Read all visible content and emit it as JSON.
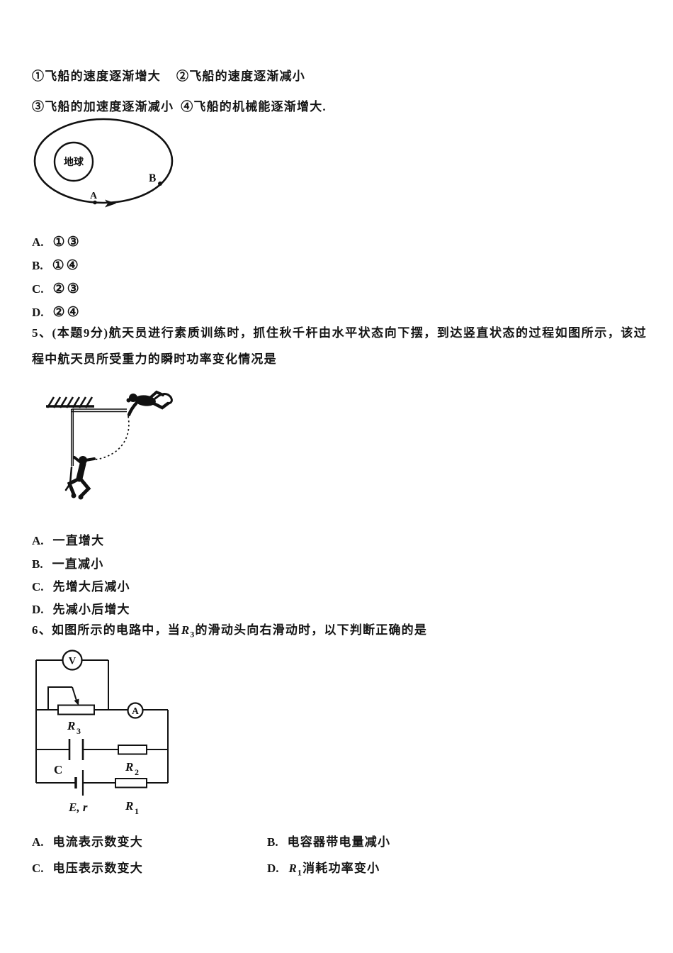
{
  "q4": {
    "statements": [
      "①飞船的速度逐渐增大",
      "②飞船的速度逐渐减小",
      "③飞船的加速度逐渐减小",
      "④飞船的机械能逐渐增大."
    ],
    "orbit_figure": {
      "earth_label": "地球",
      "point_a": "A",
      "point_b": "B"
    },
    "options": [
      {
        "letter": "A.",
        "text": "①③"
      },
      {
        "letter": "B.",
        "text": "①④"
      },
      {
        "letter": "C.",
        "text": "②③"
      },
      {
        "letter": "D.",
        "text": "②④"
      }
    ]
  },
  "q5": {
    "text": "5、(本题9分)航天员进行素质训练时，抓住秋千杆由水平状态向下摆，到达竖直状态的过程如图所示，该过程中航天员所受重力的瞬时功率变化情况是",
    "options": [
      {
        "letter": "A.",
        "text": "一直增大"
      },
      {
        "letter": "B.",
        "text": "一直减小"
      },
      {
        "letter": "C.",
        "text": "先增大后减小"
      },
      {
        "letter": "D.",
        "text": "先减小后增大"
      }
    ]
  },
  "q6": {
    "prefix": "6、如图所示的电路中，当",
    "sym": "R",
    "sym_sub": "3",
    "suffix": "的滑动头向右滑动时，以下判断正确的是",
    "circuit": {
      "voltmeter": "V",
      "ammeter": "A",
      "r3": "R",
      "r3_sub": "3",
      "r2": "R",
      "r2_sub": "2",
      "r1": "R",
      "r1_sub": "1",
      "capacitor": "C",
      "battery": "E, r"
    },
    "options": [
      {
        "letter": "A.",
        "text": "电流表示数变大"
      },
      {
        "letter": "B.",
        "text": "电容器带电量减小"
      },
      {
        "letter": "C.",
        "text": "电压表示数变大"
      },
      {
        "letter": "D.",
        "sym": "R",
        "sym_sub": "1",
        "text": "消耗功率变小"
      }
    ]
  },
  "ink": "#111111"
}
